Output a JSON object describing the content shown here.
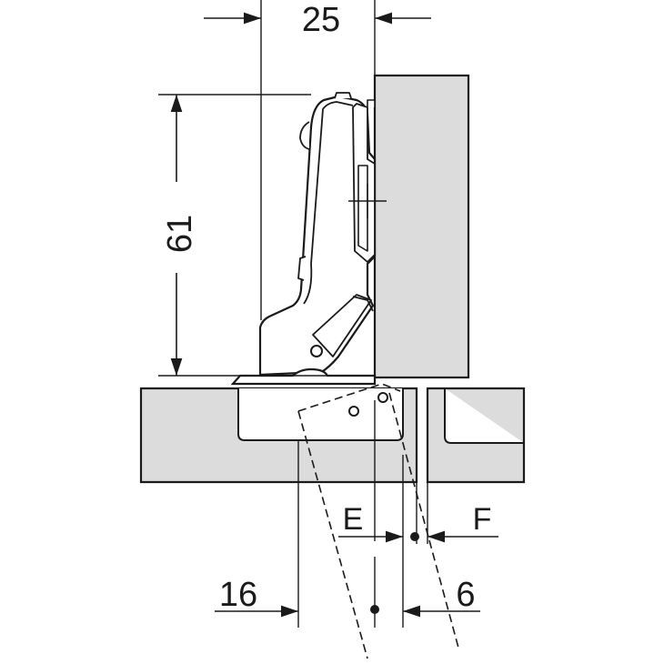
{
  "drawing": {
    "dimensions": {
      "width_top": "25",
      "height_left": "61",
      "offset_left": "16",
      "offset_right": "6",
      "label_e": "E",
      "label_f": "F"
    },
    "colors": {
      "line": "#1a1a1a",
      "panel_fill": "#dcdcdc",
      "hinge_fill": "#ffffff",
      "background": "#ffffff"
    }
  }
}
